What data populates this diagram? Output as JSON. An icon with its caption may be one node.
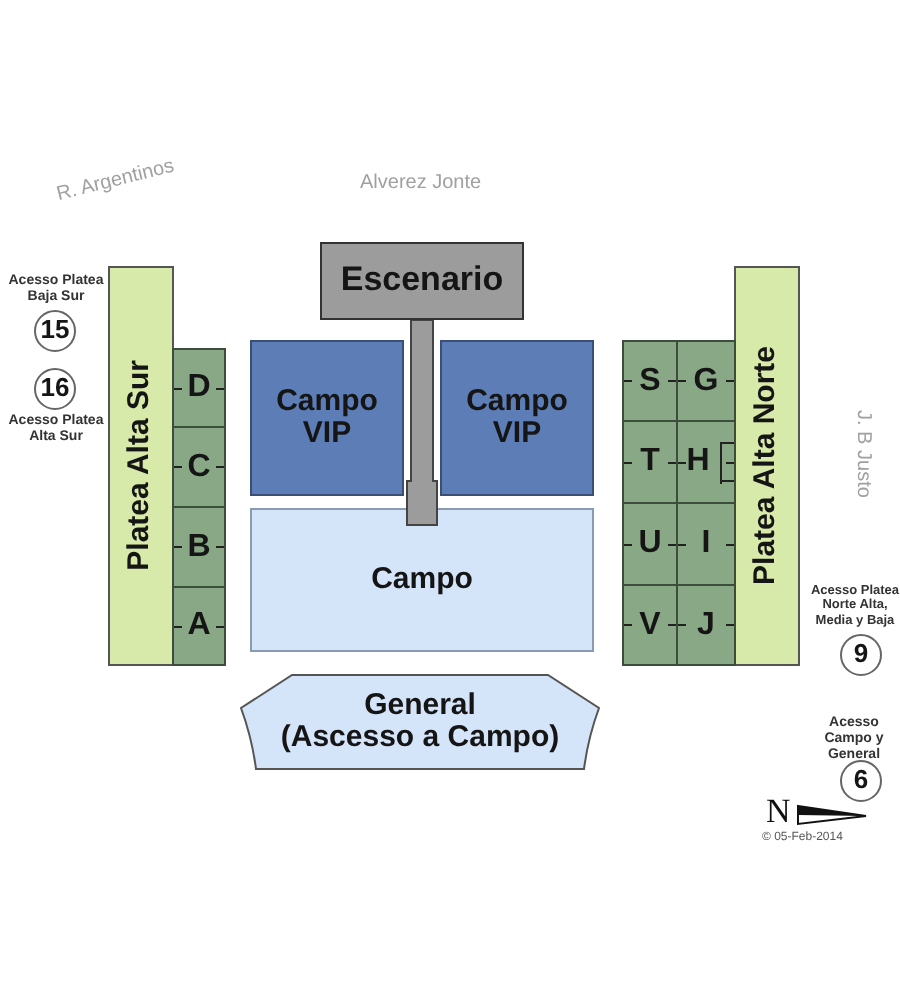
{
  "diagram": {
    "nodes": [
      {
        "text": [
          "Escenario"
        ]
      },
      {
        "text": [],
        "shape": "bar"
      },
      {
        "text": [
          "Campo VIP"
        ]
      },
      {
        "text": [
          "Campo VIP"
        ]
      },
      {
        "text": [
          "Campo"
        ]
      },
      {
        "text": [
          "General",
          "(Ascesso a Campo)"
        ]
      },
      {
        "text": [
          "Platea Alta Sur"
        ]
      },
      {
        "text": [
          "D"
        ]
      },
      {
        "text": [
          "C"
        ]
      },
      {
        "text": [
          "B"
        ]
      },
      {
        "text": [
          "A"
        ]
      },
      {
        "text": [
          "Platea Alta Norte"
        ]
      },
      {
        "text": [
          "S"
        ]
      },
      {
        "text": [
          "G"
        ]
      },
      {
        "text": [
          "T"
        ]
      },
      {
        "text": [
          "H"
        ]
      },
      {
        "text": [
          "U"
        ]
      },
      {
        "text": [
          "I"
        ]
      },
      {
        "text": [
          "V"
        ]
      },
      {
        "text": [
          "J"
        ]
      },
      {
        "text": [
          "15"
        ],
        "beside": [
          "Acesso Platea Baja Sur"
        ]
      },
      {
        "text": [
          "16"
        ],
        "beside": [
          "Acesso Platea Alta Sur"
        ]
      },
      {
        "text": [
          "9"
        ],
        "beside": [
          "Acesso Platea Norte Alta, Media y Baja"
        ]
      },
      {
        "text": [
          "6"
        ],
        "beside": [
          "Acesso Campo y General"
        ]
      }
    ],
    "labels": [
      "R. Argentinos",
      "Alverez Jonte",
      "J. B Justo",
      "N",
      "© 05-Feb-2014"
    ]
  }
}
